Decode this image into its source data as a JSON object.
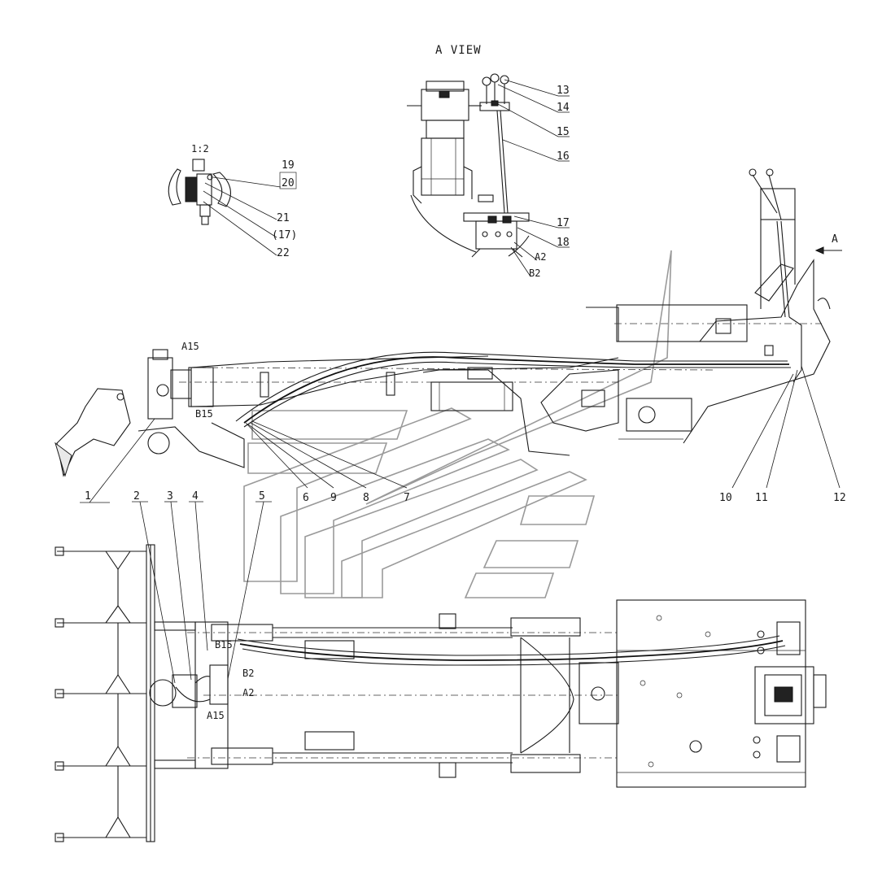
{
  "view_title": "A VIEW",
  "scale_label": "1:2",
  "arrow_label": "A",
  "callouts": {
    "c1": "1",
    "c2": "2",
    "c3": "3",
    "c4": "4",
    "c5": "5",
    "c6": "6",
    "c7": "7",
    "c8": "8",
    "c9": "9",
    "c10": "10",
    "c11": "11",
    "c12": "12",
    "c13": "13",
    "c14": "14",
    "c15": "15",
    "c16": "16",
    "c17": "17",
    "c18": "18",
    "c19": "19",
    "c20": "20",
    "c21": "21",
    "c17p": "(17)",
    "c22": "22"
  },
  "port_labels": {
    "a15_side": "A15",
    "b15_side": "B15",
    "a2_view": "A2",
    "b2_view": "B2",
    "b15_top": "B15",
    "b2_top": "B2",
    "a2_top": "A2",
    "a15_top": "A15"
  }
}
